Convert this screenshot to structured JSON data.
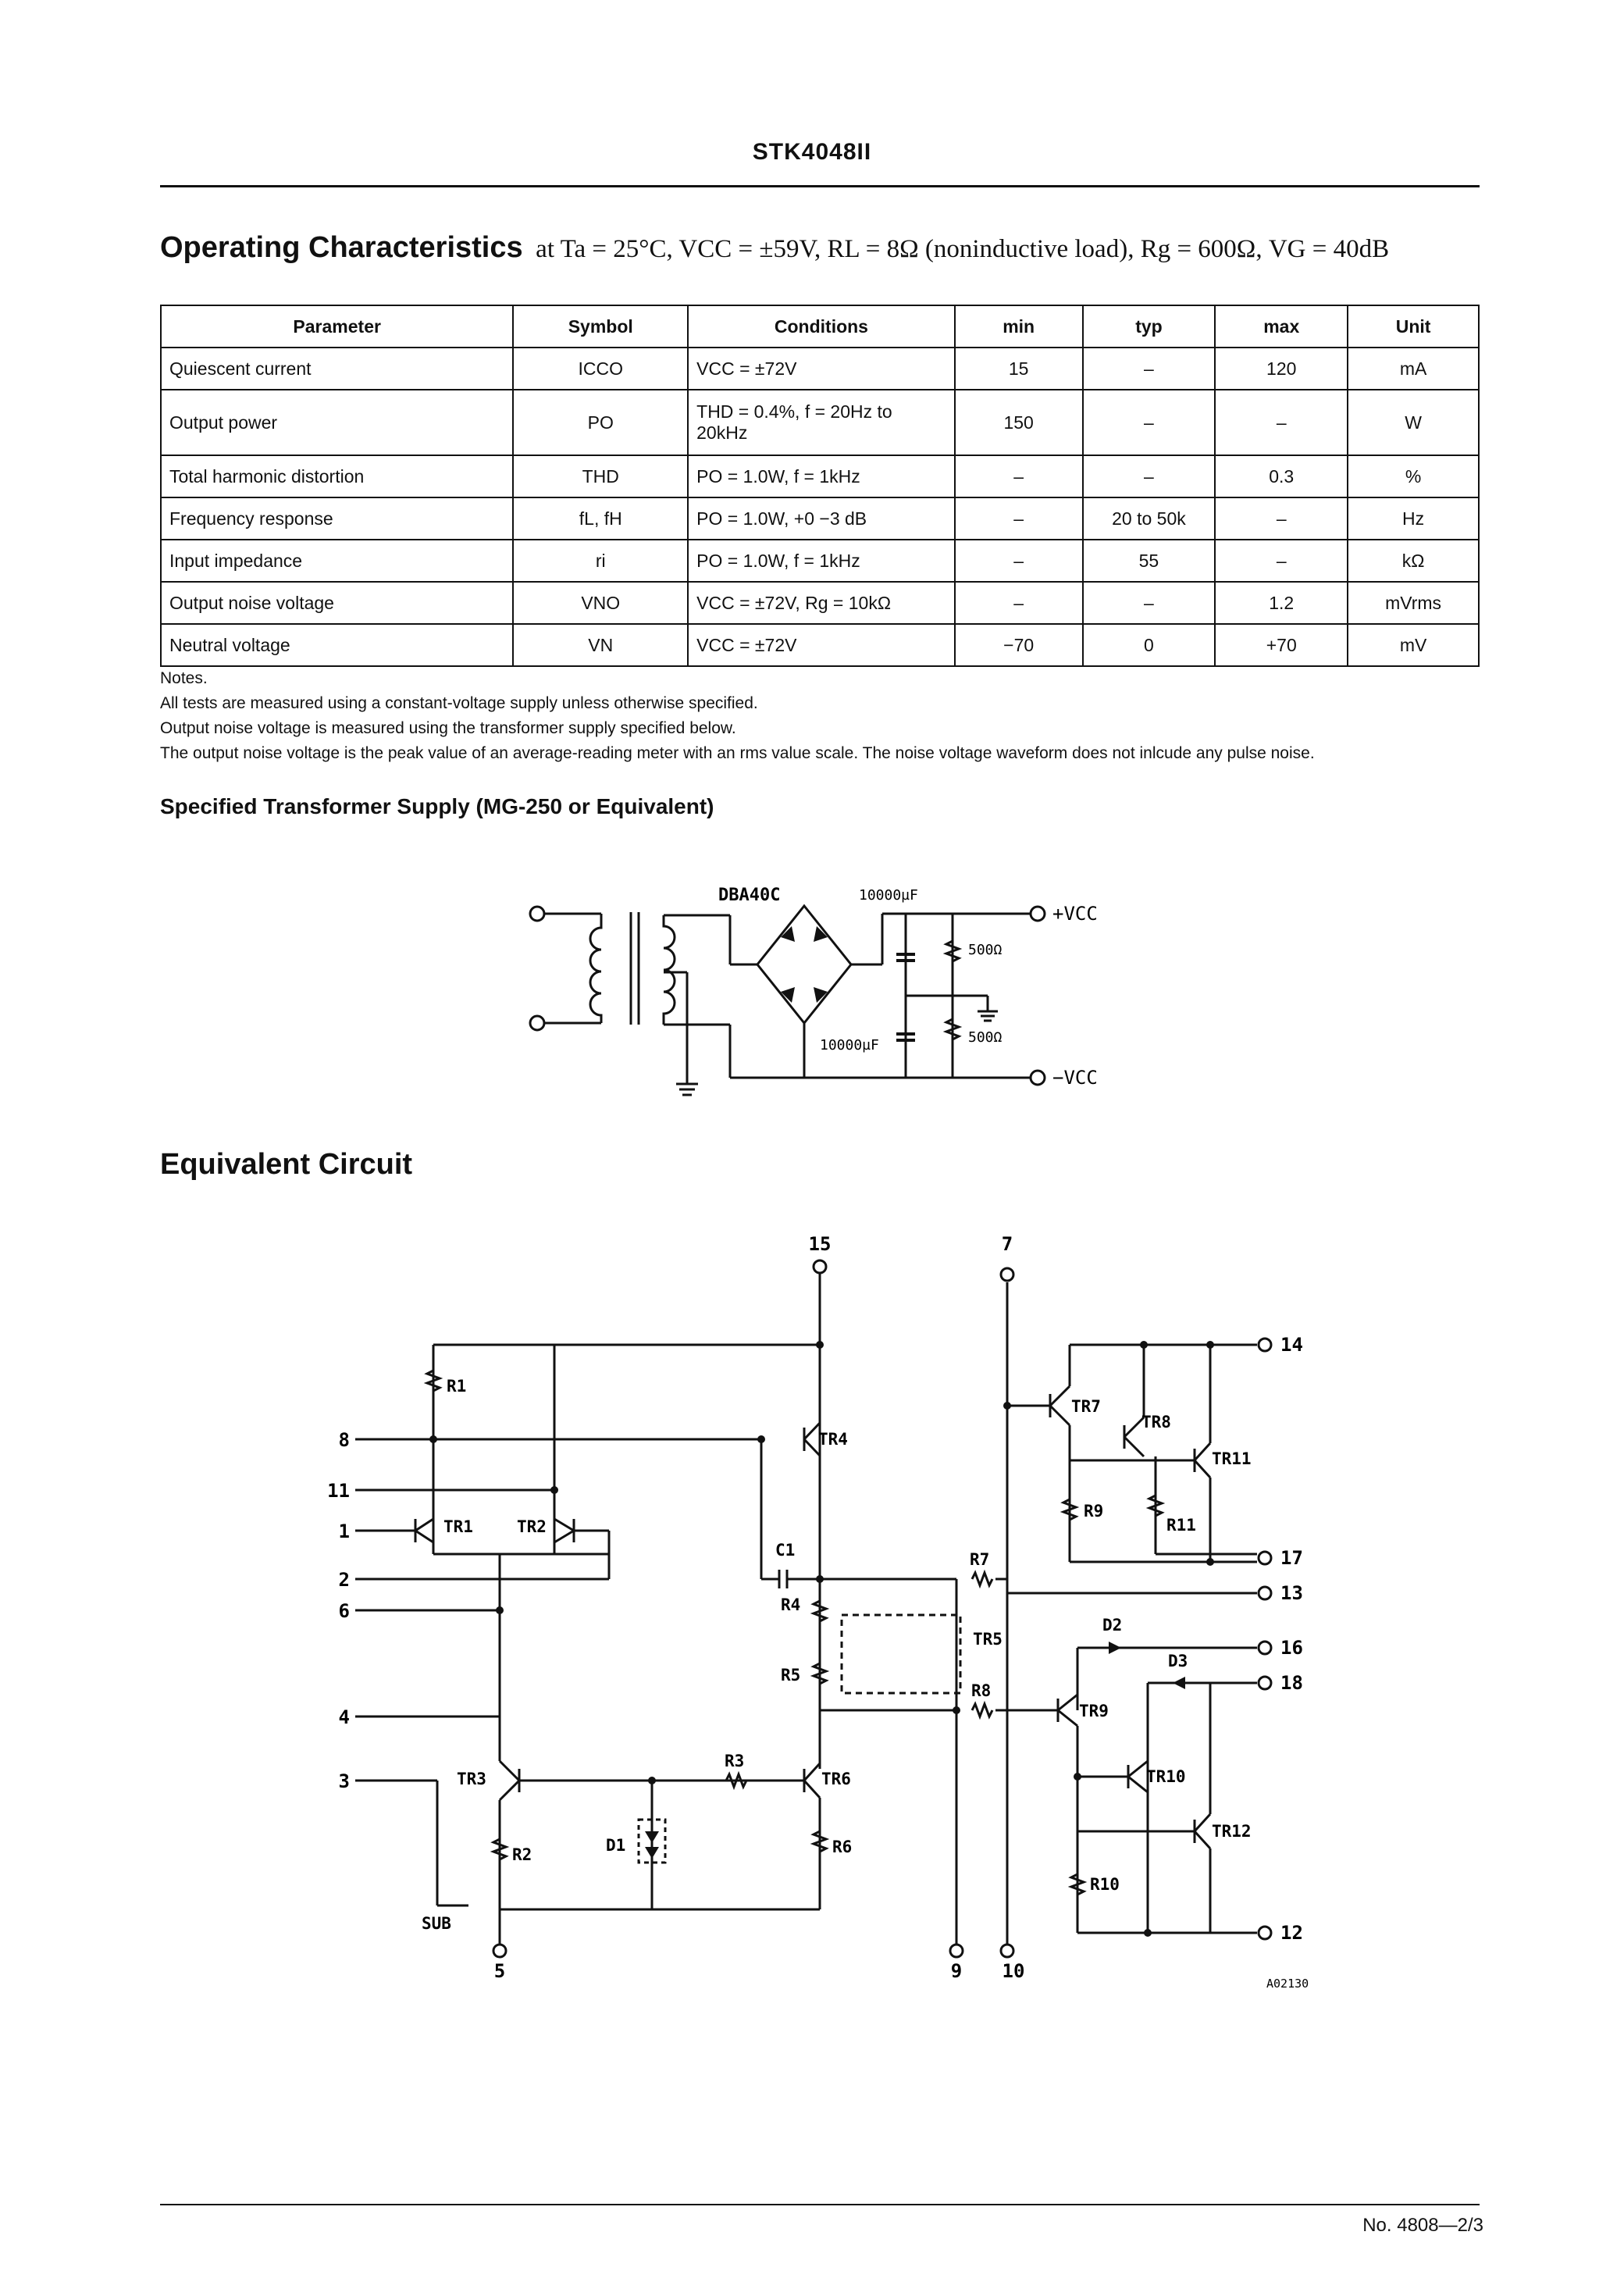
{
  "header": {
    "part_number": "STK4048II"
  },
  "operating": {
    "title": "Operating Characteristics",
    "conditions": "at Ta = 25°C, VCC = ±59V, RL = 8Ω (noninductive load), Rg = 600Ω, VG = 40dB"
  },
  "table": {
    "headers": [
      "Parameter",
      "Symbol",
      "Conditions",
      "min",
      "typ",
      "max",
      "Unit"
    ],
    "rows": [
      [
        "Quiescent current",
        "ICCO",
        "VCC = ±72V",
        "15",
        "–",
        "120",
        "mA"
      ],
      [
        "Output power",
        "PO",
        "THD = 0.4%, f = 20Hz to 20kHz",
        "150",
        "–",
        "–",
        "W"
      ],
      [
        "Total harmonic distortion",
        "THD",
        "PO = 1.0W, f = 1kHz",
        "–",
        "–",
        "0.3",
        "%"
      ],
      [
        "Frequency response",
        "fL, fH",
        "PO = 1.0W, +0 −3 dB",
        "–",
        "20 to 50k",
        "–",
        "Hz"
      ],
      [
        "Input impedance",
        "ri",
        "PO = 1.0W, f = 1kHz",
        "–",
        "55",
        "–",
        "kΩ"
      ],
      [
        "Output noise voltage",
        "VNO",
        "VCC = ±72V, Rg = 10kΩ",
        "–",
        "–",
        "1.2",
        "mVrms"
      ],
      [
        "Neutral voltage",
        "VN",
        "VCC = ±72V",
        "−70",
        "0",
        "+70",
        "mV"
      ]
    ]
  },
  "notes": {
    "title": "Notes.",
    "lines": [
      "All tests are measured using a constant-voltage supply unless otherwise specified.",
      "Output noise voltage is measured using the transformer supply specified below.",
      "The output noise voltage is the peak value of an average-reading meter with an rms value scale. The noise voltage waveform does not inlcude any pulse noise."
    ]
  },
  "transformer": {
    "title": "Specified Transformer Supply (MG-250 or Equivalent)",
    "bridge": "DBA40C",
    "cap_top": "10000µF",
    "cap_bottom": "10000µF",
    "res_top": "500Ω",
    "res_bottom": "500Ω",
    "vcc_pos": "+VCC",
    "vcc_neg": "−VCC"
  },
  "equivalent": {
    "title": "Equivalent Circuit",
    "figure_code": "A02130",
    "pins": {
      "p15": "15",
      "p7": "7",
      "p14": "14",
      "p8": "8",
      "p11": "11",
      "p1": "1",
      "p2": "2",
      "p6": "6",
      "p4": "4",
      "p3": "3",
      "p5": "5",
      "p9": "9",
      "p10": "10",
      "p17": "17",
      "p13": "13",
      "p16": "16",
      "p18": "18",
      "p12": "12"
    },
    "labels": {
      "R1": "R1",
      "R2": "R2",
      "R3": "R3",
      "R4": "R4",
      "R5": "R5",
      "R6": "R6",
      "R7": "R7",
      "R8": "R8",
      "R9": "R9",
      "R10": "R10",
      "R11": "R11",
      "TR1": "TR1",
      "TR2": "TR2",
      "TR3": "TR3",
      "TR4": "TR4",
      "TR5": "TR5",
      "TR6": "TR6",
      "TR7": "TR7",
      "TR8": "TR8",
      "TR9": "TR9",
      "TR10": "TR10",
      "TR11": "TR11",
      "TR12": "TR12",
      "C1": "C1",
      "D1": "D1",
      "D2": "D2",
      "D3": "D3",
      "SUB": "SUB"
    }
  },
  "footer": {
    "page": "No. 4808—2/3"
  }
}
